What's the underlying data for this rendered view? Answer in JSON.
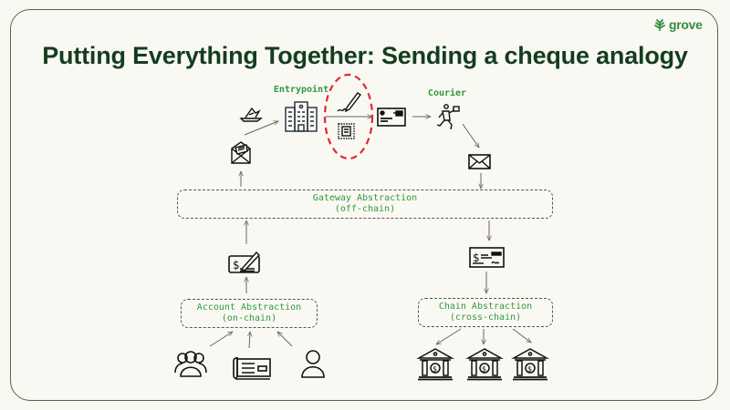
{
  "header": {
    "title": "Putting Everything Together: Sending a cheque analogy",
    "brand": "grove"
  },
  "diagram": {
    "labels": {
      "entrypoint": "Entrypoint",
      "courier": "Courier"
    },
    "boxes": {
      "gateway": {
        "title": "Gateway Abstraction",
        "subtitle": "(off-chain)"
      },
      "account": {
        "title": "Account Abstraction",
        "subtitle": "(on-chain)"
      },
      "chain": {
        "title": "Chain Abstraction",
        "subtitle": "(cross-chain)"
      }
    },
    "icons": {
      "users_group": "users-group-icon",
      "newspaper": "newspaper-icon",
      "user": "user-icon",
      "cheque_pen": "cheque-with-pen-icon",
      "open_envelope": "open-envelope-icon",
      "ship": "paper-boat-icon",
      "building": "office-building-icon",
      "signature_pen": "signature-pen-icon",
      "stamp": "postage-stamp-icon",
      "postcard": "addressed-envelope-icon",
      "courier": "running-courier-icon",
      "envelope": "closed-envelope-icon",
      "cheque": "cheque-icon",
      "banks": [
        "bank-icon",
        "bank-icon",
        "bank-icon"
      ]
    },
    "colors": {
      "title": "#143d1f",
      "label": "#2f9a3e",
      "highlight": "#e0282e",
      "border": "#4d6a4a"
    }
  }
}
